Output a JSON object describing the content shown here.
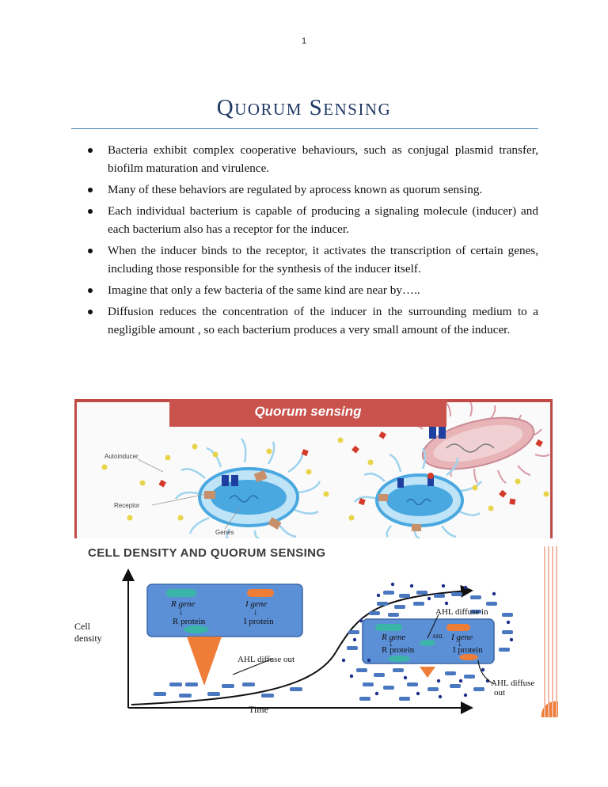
{
  "page_number": "1",
  "title": {
    "first_cap": "Q",
    "first_rest": "UORUM",
    "second_cap": "S",
    "second_rest": "ENSING"
  },
  "bullets": [
    "Bacteria exhibit complex cooperative behaviours, such as conjugal plasmid transfer, biofilm maturation and virulence.",
    "Many of these behaviors are regulated by aprocess known as quorum sensing.",
    "Each individual bacterium is capable of producing a signaling molecule (inducer) and each bacterium also has a receptor for the inducer.",
    "When the inducer binds to the receptor, it activates the transcription of certain genes, including those responsible for the synthesis of the inducer itself.",
    "Imagine that only a few bacteria of the same kind are near by…..",
    "Diffusion reduces the concentration of the inducer in the surrounding medium to a negligible amount , so each bacterium produces a very small amount of the inducer."
  ],
  "figure1": {
    "banner": "Quorum sensing",
    "labels": {
      "autoinducer": "Autoinducer",
      "receptor": "Receptor",
      "genes": "Genes"
    },
    "colors": {
      "banner": "#c9524c",
      "cell": "#4aa8e0",
      "autoinducer": "#e8d44a",
      "inducer_red": "#d43a2a"
    }
  },
  "figure2": {
    "title": "CELL DENSITY AND QUORUM SENSING",
    "ylabel_line1": "Cell",
    "ylabel_line2": "density",
    "xlabel": "Time",
    "left_box": {
      "r_gene": "R gene",
      "i_gene": "I gene",
      "r_protein": "R protein",
      "i_protein": "I protein",
      "arrow": "↓"
    },
    "right_box": {
      "r_gene": "R gene",
      "i_gene": "I gene",
      "r_protein": "R protein",
      "i_protein": "I protein",
      "arrow": "↓",
      "ahl_label": "AHL"
    },
    "ahl_diffuse_out_left": "AHL diffuse out",
    "ahl_diffuse_in": "AHL diffuse in",
    "ahl_diffuse_out_right_line1": "AHL diffuse",
    "ahl_diffuse_out_right_line2": "out",
    "colors": {
      "box": "#5b8fd6",
      "gene_teal": "#3bb5a8",
      "gene_orange": "#ee7d38",
      "bacteria": "#4a78c0",
      "dots": "#1b2f8a"
    }
  }
}
